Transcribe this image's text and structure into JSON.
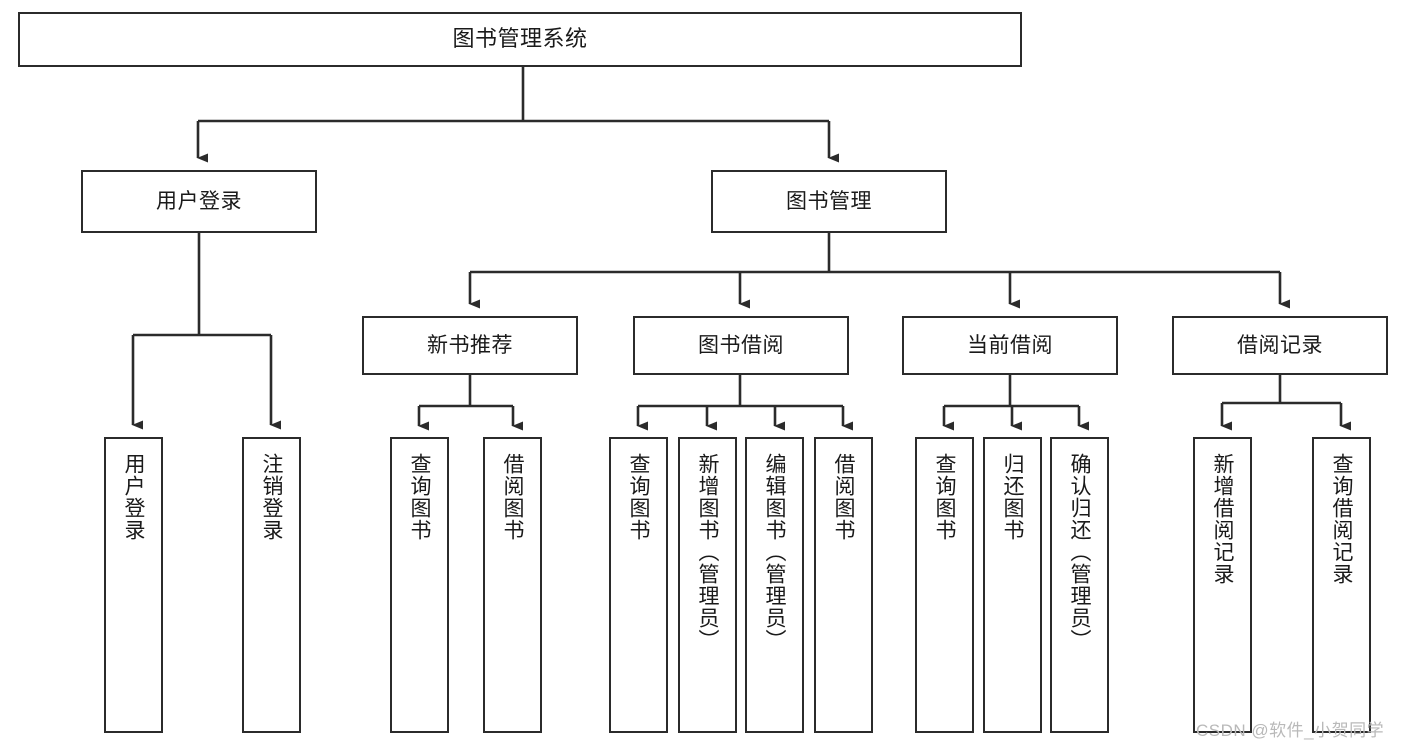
{
  "diagram": {
    "title": "图书管理系统",
    "type": "hierarchy-tree",
    "orientation": "top-down",
    "colors": {
      "stroke": "#2b2b2b",
      "fill": "#ffffff",
      "text": "#1a1a1a",
      "watermark": "#b9b9b9",
      "background": "#ffffff"
    },
    "nodes": {
      "root": {
        "label": "图书管理系统",
        "level": 1
      },
      "level2": [
        {
          "id": "user-login",
          "label": "用户登录"
        },
        {
          "id": "book-management",
          "label": "图书管理"
        }
      ],
      "level3": [
        {
          "id": "new-book-recommend",
          "label": "新书推荐",
          "parent": "book-management"
        },
        {
          "id": "book-borrow",
          "label": "图书借阅",
          "parent": "book-management"
        },
        {
          "id": "current-borrow",
          "label": "当前借阅",
          "parent": "book-management"
        },
        {
          "id": "borrow-record",
          "label": "借阅记录",
          "parent": "book-management"
        }
      ],
      "leaves": [
        {
          "id": "leaf-user-login",
          "label": "用户登录",
          "parent": "user-login"
        },
        {
          "id": "leaf-logout-login",
          "label": "注销登录",
          "parent": "user-login"
        },
        {
          "id": "leaf-query-book-1",
          "label": "查询图书",
          "parent": "new-book-recommend"
        },
        {
          "id": "leaf-borrow-book-1",
          "label": "借阅图书",
          "parent": "new-book-recommend"
        },
        {
          "id": "leaf-query-book-2",
          "label": "查询图书",
          "parent": "book-borrow"
        },
        {
          "id": "leaf-add-book",
          "label": "新增图书（管理员）",
          "parent": "book-borrow"
        },
        {
          "id": "leaf-edit-book",
          "label": "编辑图书（管理员）",
          "parent": "book-borrow"
        },
        {
          "id": "leaf-borrow-book-2",
          "label": "借阅图书",
          "parent": "book-borrow"
        },
        {
          "id": "leaf-query-book-3",
          "label": "查询图书",
          "parent": "current-borrow"
        },
        {
          "id": "leaf-return-book",
          "label": "归还图书",
          "parent": "current-borrow"
        },
        {
          "id": "leaf-confirm-return",
          "label": "确认归还（管理员）",
          "parent": "current-borrow"
        },
        {
          "id": "leaf-add-record",
          "label": "新增借阅记录",
          "parent": "borrow-record"
        },
        {
          "id": "leaf-query-record",
          "label": "查询借阅记录",
          "parent": "borrow-record"
        }
      ]
    },
    "watermark": "CSDN @软件_小贺同学"
  }
}
